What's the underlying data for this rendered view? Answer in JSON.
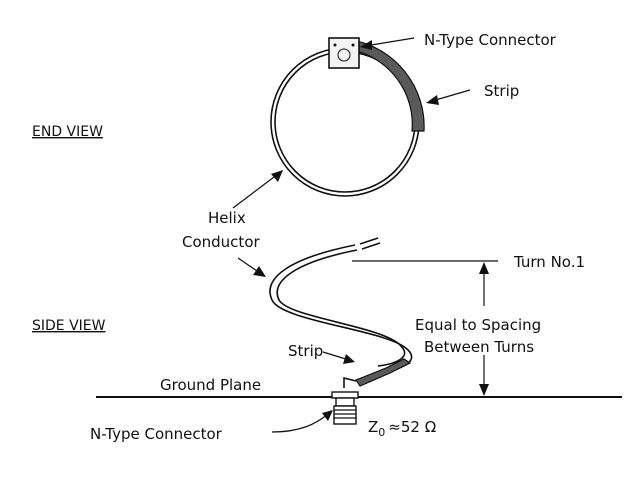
{
  "views": {
    "end_view": "END VIEW",
    "side_view": "SIDE VIEW"
  },
  "labels": {
    "n_type_connector_top": "N-Type Connector",
    "strip_top": "Strip",
    "helix_conductor_line1": "Helix",
    "helix_conductor_line2": "Conductor",
    "turn_no_1": "Turn No.1",
    "equal_spacing_line1": "Equal to Spacing",
    "equal_spacing_line2": "Between Turns",
    "strip_side": "Strip",
    "ground_plane": "Ground Plane",
    "n_type_connector_bottom": "N-Type Connector",
    "impedance_symbol": "Z",
    "impedance_subscript": "0",
    "impedance_value": "≈52 Ω"
  },
  "colors": {
    "ink": "#111111",
    "strip_fill": "#555555",
    "background": "#ffffff"
  }
}
